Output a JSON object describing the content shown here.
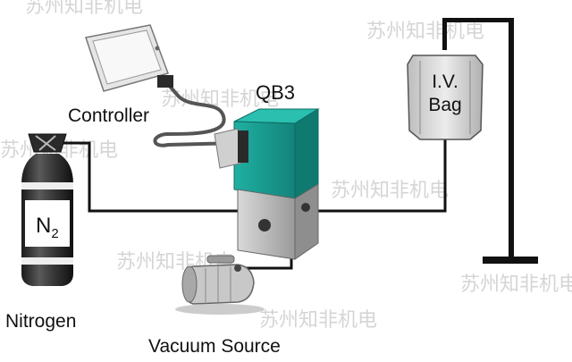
{
  "diagram": {
    "labels": {
      "controller": "Controller",
      "valve": "QB3",
      "bag_line1": "I.V.",
      "bag_line2": "Bag",
      "gas_main": "N",
      "gas_sub": "2",
      "nitrogen": "Nitrogen",
      "vacuum": "Vacuum Source"
    },
    "watermark": "苏州知非机电",
    "colors": {
      "valve_teal": "#1a9a8e",
      "line": "#111111",
      "tank": "#2a2a2a"
    },
    "icons": [
      "controller-touchscreen-icon",
      "proportional-valve-icon",
      "vacuum-pump-icon",
      "nitrogen-cylinder-icon",
      "iv-bag-icon",
      "iv-stand-icon"
    ]
  }
}
